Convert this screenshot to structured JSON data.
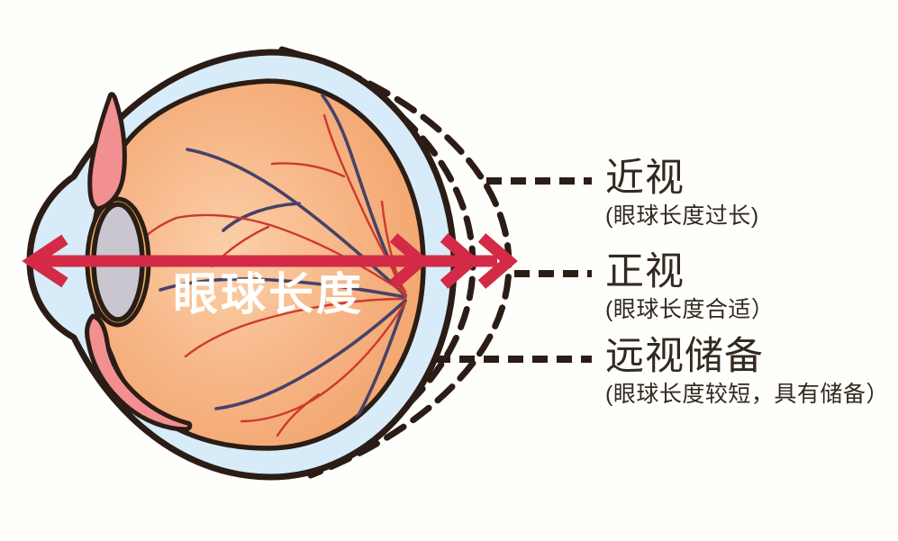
{
  "figure": {
    "arrow_label": "眼球长度",
    "annotations": [
      {
        "id": "myopia",
        "title": "近视",
        "subtitle": "(眼球长度过长)"
      },
      {
        "id": "emmetropia",
        "title": "正视",
        "subtitle": "(眼球长度合适）"
      },
      {
        "id": "hyperopia-reserve",
        "title": "远视储备",
        "subtitle": "(眼球长度较短，具有储备）"
      }
    ],
    "colors": {
      "arrow_red": "#d32a47",
      "outline_dark": "#2b1d15",
      "sclera_blue": "#d7ecf8",
      "fundus_orange_light": "#fbd0a8",
      "fundus_orange_dark": "#f2a066",
      "ciliary_pink": "#f28f90",
      "lens_gray": "#c9c6cf",
      "iris_yellow": "#eeb45f",
      "vein_dark": "#474268",
      "artery_red": "#cc3a2c",
      "label_text": "#32291f",
      "background": "#fefefb"
    }
  }
}
